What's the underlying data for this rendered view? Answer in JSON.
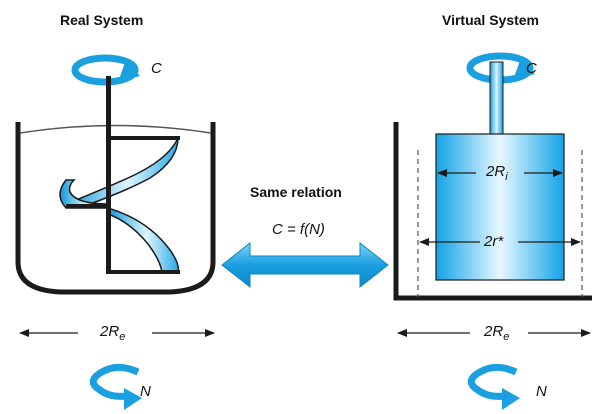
{
  "real_system": {
    "title": "Real System",
    "torque_label": "C",
    "diameter_label": "2R",
    "diameter_sub": "e",
    "speed_label": "N"
  },
  "virtual_system": {
    "title": "Virtual System",
    "torque_label": "C",
    "inner_label": "2R",
    "inner_sub": "i",
    "equiv_label": "2r*",
    "diameter_label": "2R",
    "diameter_sub": "e",
    "speed_label": "N"
  },
  "center": {
    "relation_title": "Same relation",
    "relation_formula": "C = f(N)"
  },
  "colors": {
    "blue": "#1aa0e0",
    "blue_light": "#bfe8fa",
    "blue_dark": "#0d86c7",
    "stroke": "#1b1b1b"
  }
}
